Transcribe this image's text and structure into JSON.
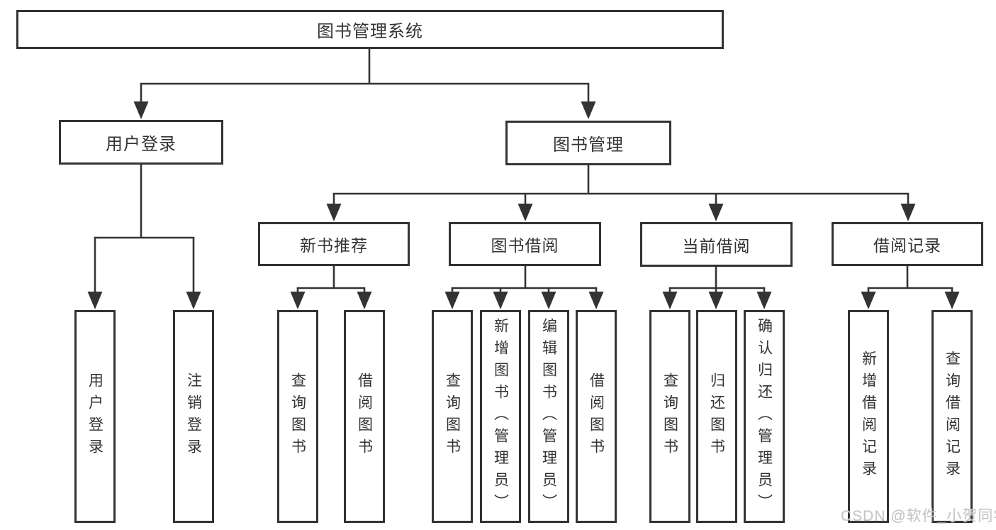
{
  "diagram": {
    "root": {
      "label": "图书管理系统"
    },
    "level2": [
      {
        "id": "user-login",
        "label": "用户登录"
      },
      {
        "id": "book-management",
        "label": "图书管理"
      }
    ],
    "categories": [
      {
        "id": "new-book-recommend",
        "label": "新书推荐",
        "parent": "图书管理"
      },
      {
        "id": "book-borrow",
        "label": "图书借阅",
        "parent": "图书管理"
      },
      {
        "id": "current-borrow",
        "label": "当前借阅",
        "parent": "图书管理"
      },
      {
        "id": "borrow-records",
        "label": "借阅记录",
        "parent": "图书管理"
      }
    ],
    "leaves": [
      {
        "label": "用户登录",
        "parent": "用户登录"
      },
      {
        "label": "注销登录",
        "parent": "用户登录"
      },
      {
        "label": "查询图书",
        "parent": "新书推荐"
      },
      {
        "label": "借阅图书",
        "parent": "新书推荐"
      },
      {
        "label": "查询图书",
        "parent": "图书借阅"
      },
      {
        "label": "新增图书（管理员）",
        "parent": "图书借阅"
      },
      {
        "label": "编辑图书（管理员）",
        "parent": "图书借阅"
      },
      {
        "label": "借阅图书",
        "parent": "图书借阅"
      },
      {
        "label": "查询图书",
        "parent": "当前借阅"
      },
      {
        "label": "归还图书",
        "parent": "当前借阅"
      },
      {
        "label": "确认归还（管理员）",
        "parent": "当前借阅"
      },
      {
        "label": "新增借阅记录",
        "parent": "借阅记录"
      },
      {
        "label": "查询借阅记录",
        "parent": "借阅记录"
      }
    ],
    "watermark": "CSDN @软件_小贺同学",
    "colors": {
      "line": "#333333",
      "text": "#333333",
      "watermark": "#c6c6c6",
      "background": "#ffffff"
    }
  }
}
